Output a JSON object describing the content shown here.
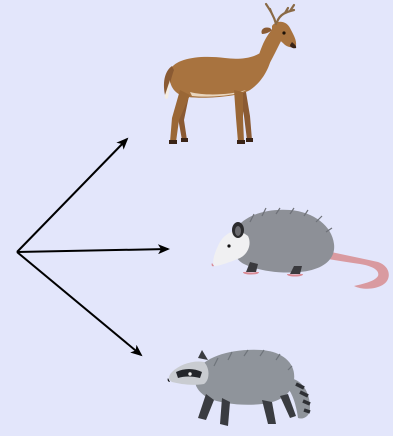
{
  "diagram": {
    "type": "food-web-branching",
    "background_color": "#e3e6fb",
    "arrow_color": "#000000",
    "source": {
      "name": "branch-origin"
    },
    "targets": [
      {
        "id": "deer",
        "icon": "deer-icon"
      },
      {
        "id": "opossum",
        "icon": "opossum-icon"
      },
      {
        "id": "raccoon",
        "icon": "raccoon-icon"
      }
    ]
  }
}
